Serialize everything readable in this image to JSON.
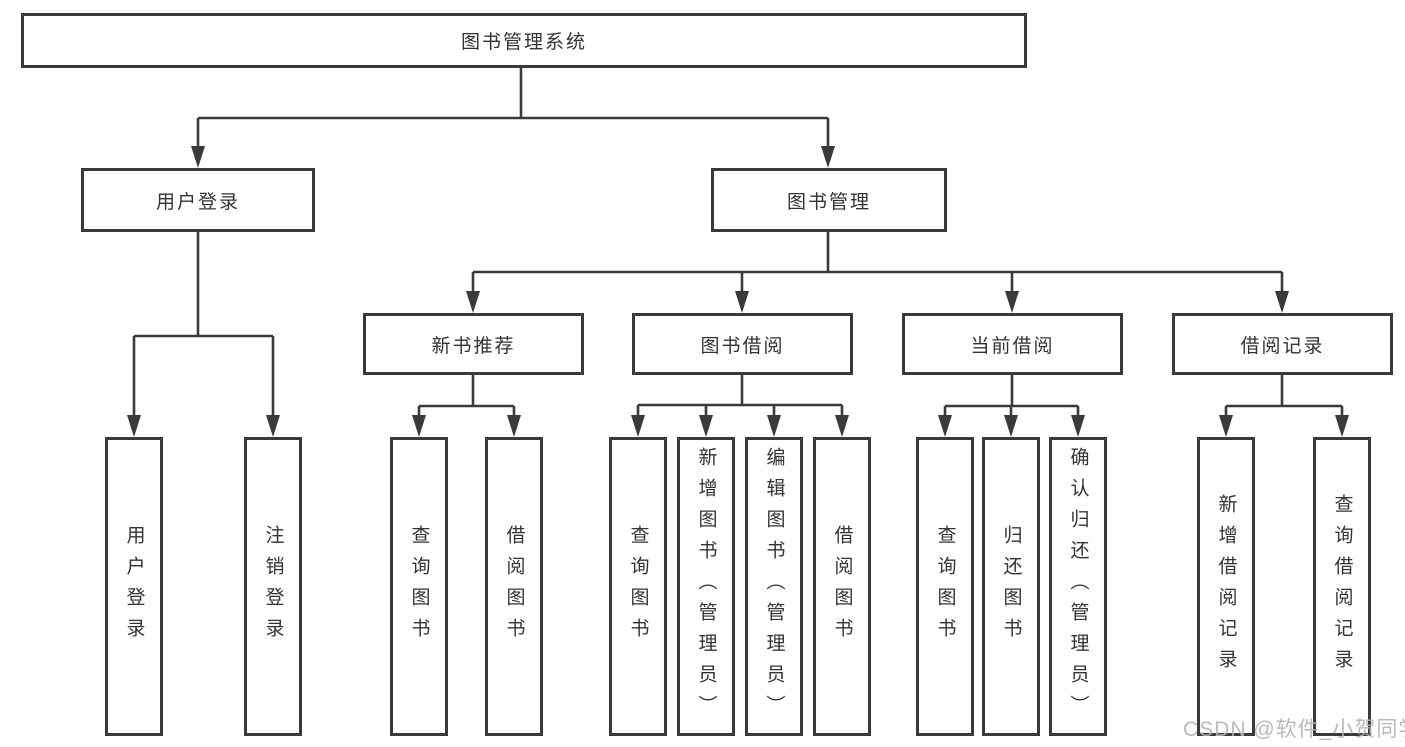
{
  "diagram": {
    "type": "hierarchy-tree",
    "colors": {
      "background": "#ffffff",
      "line": "#3a3a3a",
      "text": "#333333",
      "watermark": "#b5b5b5"
    }
  },
  "root": {
    "label": "图书管理系统"
  },
  "level2": [
    {
      "label": "用户登录"
    },
    {
      "label": "图书管理"
    }
  ],
  "level3": [
    {
      "label": "新书推荐",
      "parent": "图书管理"
    },
    {
      "label": "图书借阅",
      "parent": "图书管理"
    },
    {
      "label": "当前借阅",
      "parent": "图书管理"
    },
    {
      "label": "借阅记录",
      "parent": "图书管理"
    }
  ],
  "leaves": [
    {
      "label": "用户登录",
      "parent": "用户登录"
    },
    {
      "label": "注销登录",
      "parent": "用户登录"
    },
    {
      "label": "查询图书",
      "parent": "新书推荐"
    },
    {
      "label": "借阅图书",
      "parent": "新书推荐"
    },
    {
      "label": "查询图书",
      "parent": "图书借阅"
    },
    {
      "label": "新增图书（管理员）",
      "parent": "图书借阅"
    },
    {
      "label": "编辑图书（管理员）",
      "parent": "图书借阅"
    },
    {
      "label": "借阅图书",
      "parent": "图书借阅"
    },
    {
      "label": "查询图书",
      "parent": "当前借阅"
    },
    {
      "label": "归还图书",
      "parent": "当前借阅"
    },
    {
      "label": "确认归还（管理员）",
      "parent": "当前借阅"
    },
    {
      "label": "新增借阅记录",
      "parent": "借阅记录"
    },
    {
      "label": "查询借阅记录",
      "parent": "借阅记录"
    }
  ],
  "watermark": {
    "text": "CSDN @软件_小贺同学"
  }
}
